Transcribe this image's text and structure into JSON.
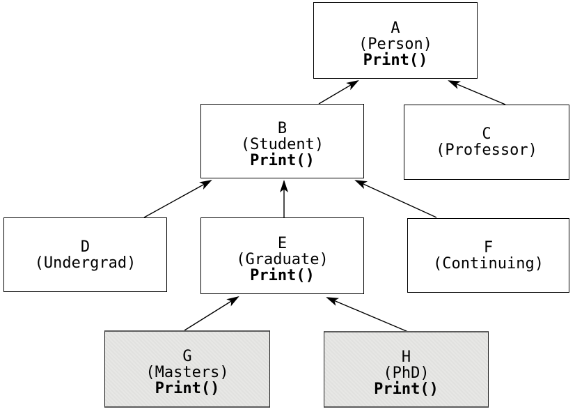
{
  "diagram": {
    "type": "class-inheritance-diagram",
    "nodes": {
      "A": {
        "title": "A",
        "subtitle": "(Person)",
        "method": "Print()",
        "shaded": false
      },
      "B": {
        "title": "B",
        "subtitle": "(Student)",
        "method": "Print()",
        "shaded": false
      },
      "C": {
        "title": "C",
        "subtitle": "(Professor)",
        "shaded": false
      },
      "D": {
        "title": "D",
        "subtitle": "(Undergrad)",
        "shaded": false
      },
      "E": {
        "title": "E",
        "subtitle": "(Graduate)",
        "method": "Print()",
        "shaded": false
      },
      "F": {
        "title": "F",
        "subtitle": "(Continuing)",
        "shaded": false
      },
      "G": {
        "title": "G",
        "subtitle": "(Masters)",
        "method": "Print()",
        "shaded": true
      },
      "H": {
        "title": "H",
        "subtitle": "(PhD)",
        "method": "Print()",
        "shaded": true
      }
    },
    "edges": [
      {
        "from": "B",
        "to": "A"
      },
      {
        "from": "C",
        "to": "A"
      },
      {
        "from": "D",
        "to": "B"
      },
      {
        "from": "E",
        "to": "B"
      },
      {
        "from": "F",
        "to": "B"
      },
      {
        "from": "G",
        "to": "E"
      },
      {
        "from": "H",
        "to": "E"
      }
    ],
    "colors": {
      "background": "#ffffff",
      "box_fill": "#ffffff",
      "box_border": "#000000",
      "shaded_fill": "#e4e4e2",
      "shaded_border": "#5c5c5c",
      "arrow": "#000000",
      "text": "#000000"
    }
  }
}
